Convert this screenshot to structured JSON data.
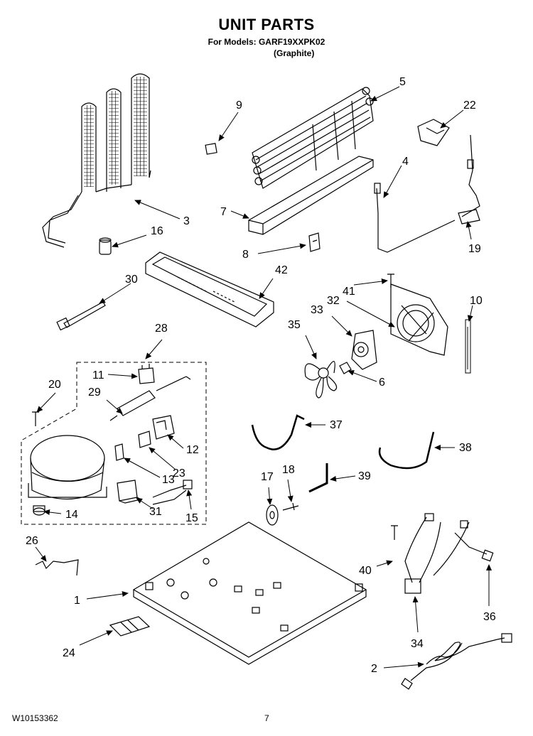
{
  "header": {
    "title": "UNIT PARTS",
    "models_line": "For Models: GARF19XXPK02",
    "color_line": "(Graphite)"
  },
  "footer": {
    "doc_number": "W10153362",
    "page_number": "7"
  },
  "part_callouts": [
    "1",
    "2",
    "3",
    "4",
    "5",
    "6",
    "7",
    "8",
    "9",
    "10",
    "11",
    "12",
    "13",
    "14",
    "15",
    "16",
    "17",
    "18",
    "19",
    "20",
    "22",
    "23",
    "24",
    "26",
    "28",
    "29",
    "30",
    "31",
    "32",
    "33",
    "34",
    "35",
    "36",
    "37",
    "38",
    "39",
    "40",
    "41",
    "42"
  ]
}
